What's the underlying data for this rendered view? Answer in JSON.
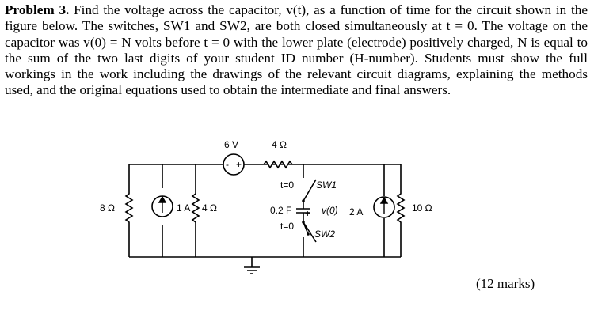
{
  "problem": {
    "heading": "Problem 3.",
    "text": "Find the voltage across the capacitor, v(t), as a function of time for the circuit shown in the figure below. The switches, SW1 and SW2, are both closed simultaneously at t = 0. The voltage on the capacitor was v(0) = N volts before t = 0 with the lower plate (electrode) positively charged, N is equal to the sum of the two last digits of your student ID number (H-number). Students must show the full workings in the work including the drawings of the relevant circuit diagrams, explaining the methods used, and the original equations used to obtain the intermediate and final answers."
  },
  "circuit": {
    "r1_label": "8 Ω",
    "cs1_label": "1 A",
    "r2_label": "4 Ω",
    "vs_label": "6 V",
    "vs_minus": "-",
    "vs_plus": "+",
    "r3_label": "4 Ω",
    "sw1_time": "t=0",
    "sw1_label": "SW1",
    "cap_label": "0.2 F",
    "cap_plus": "+",
    "cap_voltage": "v(0)",
    "sw2_time": "t=0",
    "sw2_label": "SW2",
    "cs2_label": "2 A",
    "r4_label": "10 Ω"
  },
  "marks": "(12 marks)"
}
